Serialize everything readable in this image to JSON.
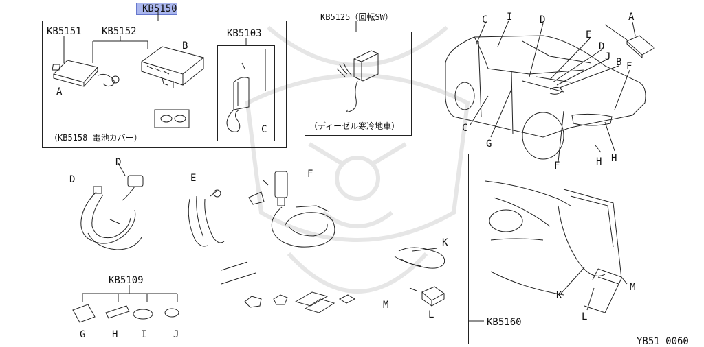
{
  "header": {
    "main_part": "KB5150"
  },
  "group_kit": {
    "part_a": "KB5151",
    "part_b": "KB5152",
    "part_c": "KB5103",
    "battery_cover": "（KB5158 電池カバー）",
    "letter_a": "A",
    "letter_b": "B",
    "letter_c": "C"
  },
  "group_switch": {
    "title": "KB5125（回転SW）",
    "note": "（ディーゼル寒冷地車）"
  },
  "car_labels": {
    "c1": "C",
    "i": "I",
    "d1": "D",
    "e": "E",
    "d2": "D",
    "j": "J",
    "b": "B",
    "a": "A",
    "f1": "F",
    "c2": "C",
    "g": "G",
    "f2": "F",
    "h1": "H",
    "h2": "H"
  },
  "harness_group": {
    "d1": "D",
    "d2": "D",
    "e": "E",
    "f": "F",
    "k": "K",
    "m": "M",
    "l": "L",
    "sub_part": "KB5109",
    "g": "G",
    "h": "H",
    "i": "I",
    "j": "J",
    "group_part": "KB5160"
  },
  "door_labels": {
    "k": "K",
    "m": "M",
    "l": "L"
  },
  "footer": {
    "diagram_code": "YB51 0060"
  }
}
